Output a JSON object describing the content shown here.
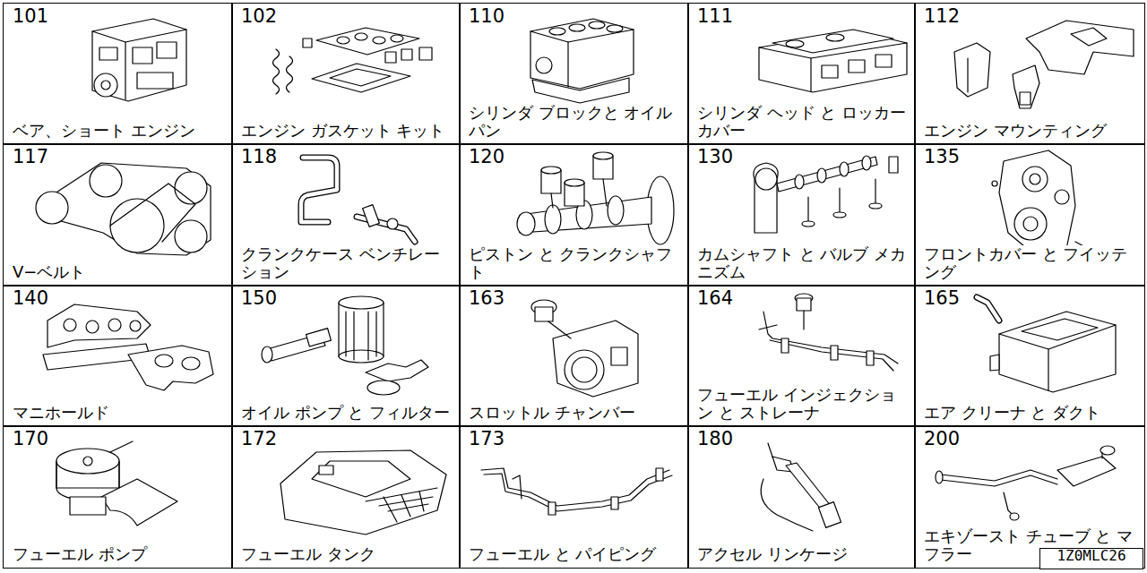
{
  "diagram": {
    "nodes": [
      {
        "text": [
          "101",
          "ベア、ショート エンジン"
        ]
      },
      {
        "text": [
          "102",
          "エンジン ガスケット キット"
        ]
      },
      {
        "text": [
          "110",
          "シリンダ ブロックと オイルパン"
        ]
      },
      {
        "text": [
          "111",
          "シリンダ ヘッド と ロッカー カバー"
        ]
      },
      {
        "text": [
          "112",
          "エンジン マウンティング"
        ]
      },
      {
        "text": [
          "117",
          "V−ベルト"
        ]
      },
      {
        "text": [
          "118",
          "クランクケース ベンチレーション"
        ]
      },
      {
        "text": [
          "120",
          "ピストン と クランクシャフト"
        ]
      },
      {
        "text": [
          "130",
          "カムシャフト と バルブ メカニズム"
        ]
      },
      {
        "text": [
          "135",
          "フロントカバー と フイッテング"
        ]
      },
      {
        "text": [
          "140",
          "マニホールド"
        ]
      },
      {
        "text": [
          "150",
          "オイル ポンプ と フィルター"
        ]
      },
      {
        "text": [
          "163",
          "スロットル チャンバー"
        ]
      },
      {
        "text": [
          "164",
          "フューエル インジェクション と ストレーナ"
        ]
      },
      {
        "text": [
          "165",
          "エア クリーナ と ダクト"
        ]
      },
      {
        "text": [
          "170",
          "フューエル ポンプ"
        ]
      },
      {
        "text": [
          "172",
          "フューエル タンク"
        ]
      },
      {
        "text": [
          "173",
          "フューエル と パイピング"
        ]
      },
      {
        "text": [
          "180",
          "アクセル リンケージ"
        ]
      },
      {
        "text": [
          "200",
          "エキゾースト チューブ と マフラー"
        ]
      },
      {
        "text": [
          "1Z0MLC26"
        ]
      }
    ]
  }
}
